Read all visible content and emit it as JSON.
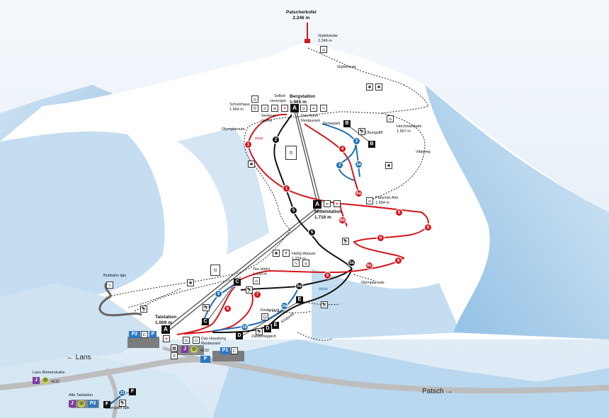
{
  "peak": {
    "name": "Patscherkofel",
    "elevation": "2.246 m"
  },
  "huts": {
    "gipfelstube": {
      "name": "Gipfelstube",
      "elevation": "2.246 m"
    },
    "schutzhaus": {
      "name": "Schutzhaus",
      "elevation": "1.964 m"
    },
    "hochmahdalm": {
      "name": "Hochmahdalm",
      "elevation": "1.907 m"
    },
    "patscher_alm": {
      "name": "Patscher Alm",
      "elevation": "1.694 m"
    },
    "heilig_wasser": {
      "name": "Heilig Wasser",
      "elevation": "1.234 m"
    },
    "tee_hutt": {
      "name": "Tee Hütt'n",
      "elevation": "1.130 m"
    }
  },
  "stations": {
    "berg": {
      "name": "Bergstation",
      "elevation": "1.965 m",
      "code": "A"
    },
    "mittel": {
      "name": "Mittelstation",
      "elevation": "1.716 m",
      "code": "A"
    },
    "tal": {
      "name": "Talstation",
      "elevation": "1.009 m",
      "code": "A"
    }
  },
  "labels": {
    "gipfelroute": "Gipfelroute",
    "olympiaroute_top": "Olympiaroute",
    "olympiaroute_low": "Olympiaroute",
    "selbstversorger_1": "Selbst-",
    "selbstversorger_2": "versorger",
    "seminar_1": "Seminar-",
    "seminar_2": "räume",
    "kofel_1": "Das Kofel",
    "kofel_2": "Restaurant",
    "snowpark": "Snowpark",
    "uebungslift": "Übungslift",
    "vitalweg": "Vitalweg",
    "bobbahn": "Bobbahn Igls",
    "hausberg_1": "Das Hausberg",
    "hausberg_2": "Restaurant",
    "kinderland": "Kinderland",
    "zauberteppich": "Zauberteppich",
    "kinderlift": "Kinderlift",
    "roemerstrasse": "Lans Römerstraße",
    "alte_talstation": "Alte Talstation",
    "uebungslift_igls": "Übungslift Igls",
    "lans": "← Lans",
    "patsch": "Patsch →",
    "bus1": "4132",
    "bus2": "4132"
  },
  "lifts": {
    "B": "B",
    "C": "C",
    "D": "D",
    "E": "E",
    "F": "F"
  },
  "parking": {
    "P1": "P1",
    "P2": "P2",
    "P3": "P3",
    "J": "J"
  },
  "runs": [
    {
      "id": "1",
      "color": "red"
    },
    {
      "id": "1",
      "color": "red"
    },
    {
      "id": "2",
      "color": "black"
    },
    {
      "id": "3",
      "color": "blue"
    },
    {
      "id": "3",
      "color": "blue"
    },
    {
      "id": "3a",
      "color": "blue"
    },
    {
      "id": "4",
      "color": "red"
    },
    {
      "id": "5",
      "color": "black"
    },
    {
      "id": "5",
      "color": "black"
    },
    {
      "id": "5a",
      "color": "black"
    },
    {
      "id": "5a",
      "color": "black"
    },
    {
      "id": "6",
      "color": "red"
    },
    {
      "id": "6",
      "color": "red"
    },
    {
      "id": "6",
      "color": "red"
    },
    {
      "id": "6",
      "color": "red"
    },
    {
      "id": "6",
      "color": "red"
    },
    {
      "id": "6a",
      "color": "red"
    },
    {
      "id": "6b",
      "color": "red"
    },
    {
      "id": "6c",
      "color": "red"
    },
    {
      "id": "7",
      "color": "red"
    },
    {
      "id": "8",
      "color": "red"
    },
    {
      "id": "9",
      "color": "blue"
    },
    {
      "id": "10",
      "color": "blue"
    },
    {
      "id": "10a",
      "color": "blue"
    },
    {
      "id": "11",
      "color": "blue"
    }
  ],
  "colors": {
    "red": "#d4161d",
    "blue": "#1f6fb5",
    "black": "#111111",
    "sky": "#eef5fb",
    "snow": "#ffffff",
    "shade": "#a9cde8"
  }
}
